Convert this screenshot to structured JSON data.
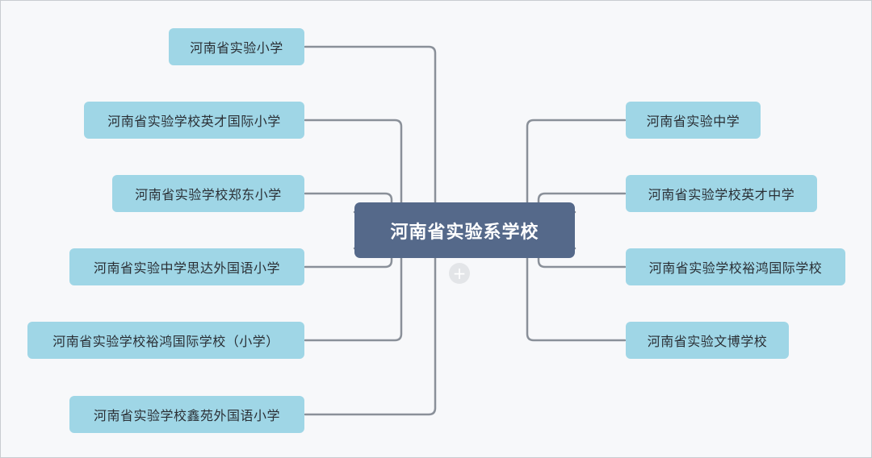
{
  "root": {
    "label": "河南省实验系学校"
  },
  "left_nodes": [
    {
      "label": "河南省实验小学"
    },
    {
      "label": "河南省实验学校英才国际小学"
    },
    {
      "label": "河南省实验学校郑东小学"
    },
    {
      "label": "河南省实验中学思达外国语小学"
    },
    {
      "label": "河南省实验学校裕鸿国际学校（小学）"
    },
    {
      "label": "河南省实验学校鑫苑外国语小学"
    }
  ],
  "right_nodes": [
    {
      "label": "河南省实验中学"
    },
    {
      "label": "河南省实验学校英才中学"
    },
    {
      "label": "河南省实验学校裕鸿国际学校"
    },
    {
      "label": "河南省实验文博学校"
    }
  ],
  "colors": {
    "root_fill": "#55698a",
    "node_fill": "#9fd6e6",
    "connector": "#8a9099",
    "background": "#f7f8fa"
  }
}
